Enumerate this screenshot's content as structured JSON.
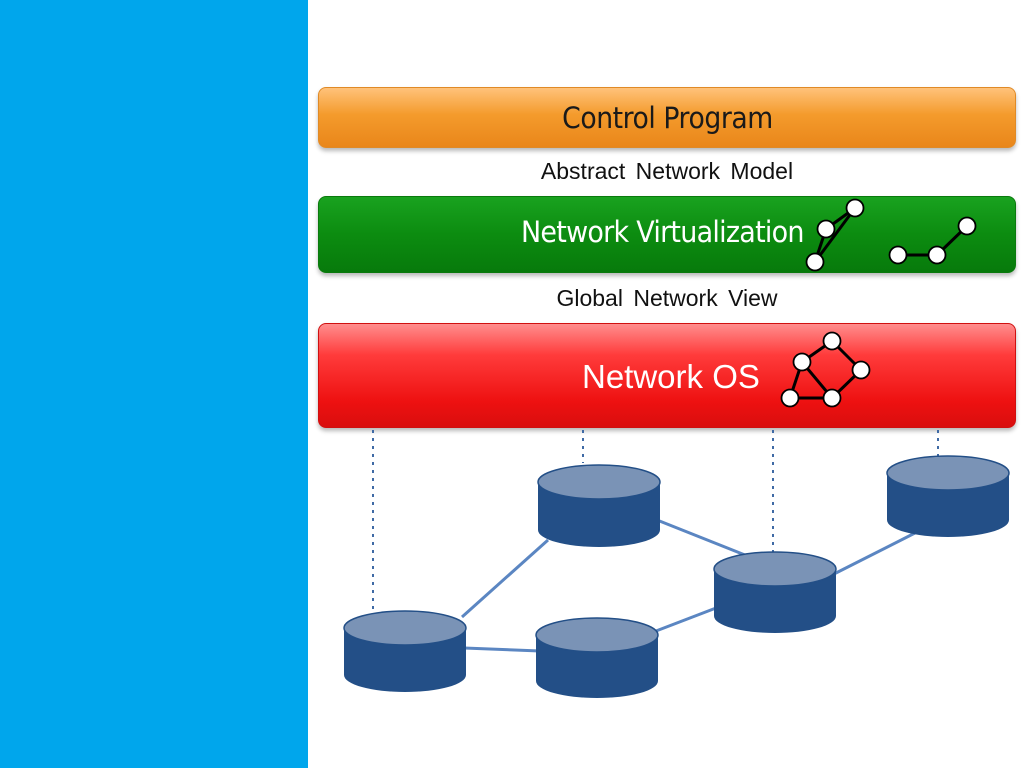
{
  "layers": {
    "control_program": "Control Program",
    "network_virtualization": "Network Virtualization",
    "network_os": "Network OS"
  },
  "interfaces": {
    "abstract_network_model": "Abstract Network Model",
    "global_network_view": "Global Network View"
  },
  "colors": {
    "sidebar": "#00a6ec",
    "control_program": "#f49b2c",
    "network_virtualization": "#0c8c10",
    "network_os": "#ee1111",
    "switch_top": "#7a93b6",
    "switch_body": "#234f87",
    "link": "#5b86c2"
  },
  "icons": [
    "switch-icon",
    "graph-icon"
  ]
}
